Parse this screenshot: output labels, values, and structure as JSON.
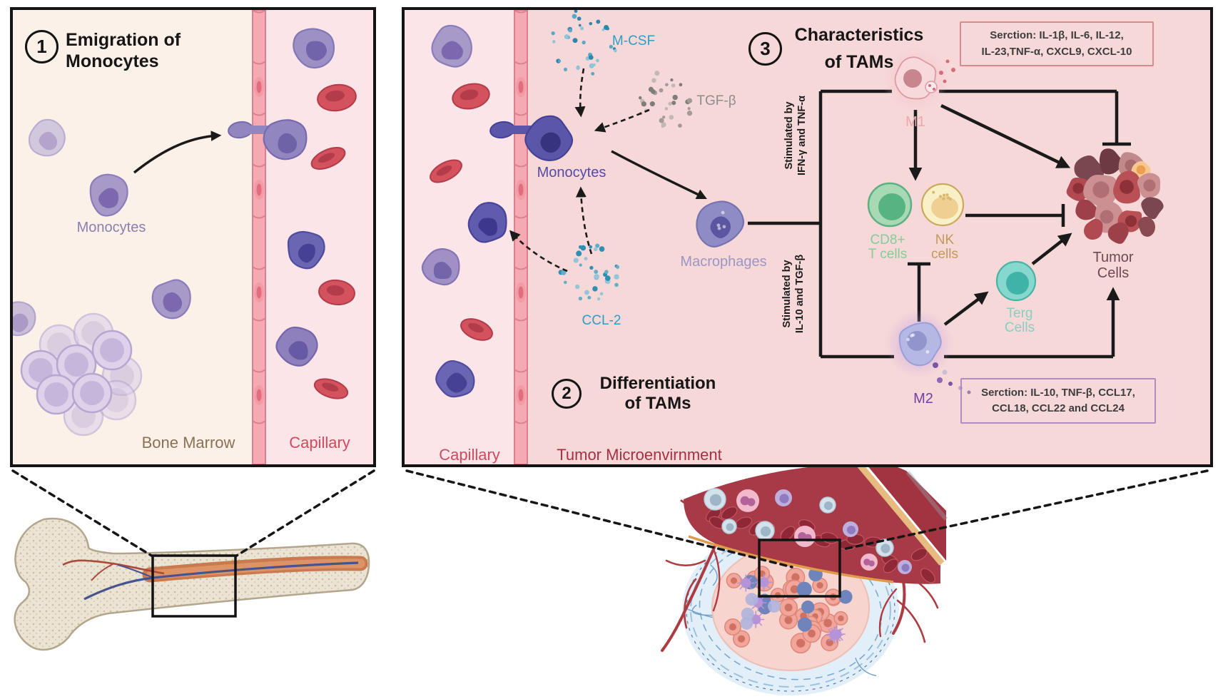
{
  "figure": {
    "panel1": {
      "step_number": "1",
      "title": [
        "Emigration of",
        "Monocytes"
      ],
      "labels": {
        "monocytes": "Monocytes",
        "bone_marrow": "Bone Marrow",
        "capillary": "Capillary"
      }
    },
    "panel2": {
      "step2_number": "2",
      "step2_title": [
        "Differentiation",
        "of TAMs"
      ],
      "step3_number": "3",
      "step3_title": [
        "Characteristics",
        "of TAMs"
      ],
      "labels": {
        "mcsf": "M-CSF",
        "tgfb": "TGF-β",
        "monocytes": "Monocytes",
        "ccl2": "CCL-2",
        "macrophages": "Macrophages",
        "capillary": "Capillary",
        "tumor_microenvironment": "Tumor Microenvirnment",
        "m1": "M1",
        "m2": "M2",
        "cd8_line1": "CD8+",
        "cd8_line2": "T cells",
        "nk_line1": "NK",
        "nk_line2": "cells",
        "terg_line1": "Terg",
        "terg_line2": "Cells",
        "tumor_line1": "Tumor",
        "tumor_line2": "Cells"
      },
      "stimulated_m1": [
        "Stimulated by",
        "IFN-γ and TNF-α"
      ],
      "stimulated_m2": [
        "Stimulated by",
        "IL-10 and TGF-β"
      ],
      "secretion_m1": [
        "Serction: IL-1β, IL-6, IL-12,",
        "IL-23,TNF-α, CXCL9, CXCL-10"
      ],
      "secretion_m2": [
        "Serction: IL-10, TNF-β, CCL17,",
        "CCL18, CCL22 and CCL24"
      ]
    },
    "colors": {
      "title": "#161616",
      "line": "#1a1a1a",
      "monocytes_p1": "#8b7eb0",
      "bone_marrow": "#8a7156",
      "capillary": "#cf4a5f",
      "cytokine_blue": "#2e9ec9",
      "tgfb_gray": "#8d8d8d",
      "monocytes_p2": "#514ba4",
      "macrophages": "#9c96c8",
      "tumor_microenvironment": "#a53043",
      "m1": "#eaa9b1",
      "m2": "#7040a6",
      "cd8": "#88cb9b",
      "nk": "#c3985f",
      "terg": "#85d0c3",
      "tumor_cells": "#6f4854",
      "box_text": "#3d3d3d",
      "box1_border": "#d98b8b",
      "box2_border": "#b08ac0"
    }
  }
}
